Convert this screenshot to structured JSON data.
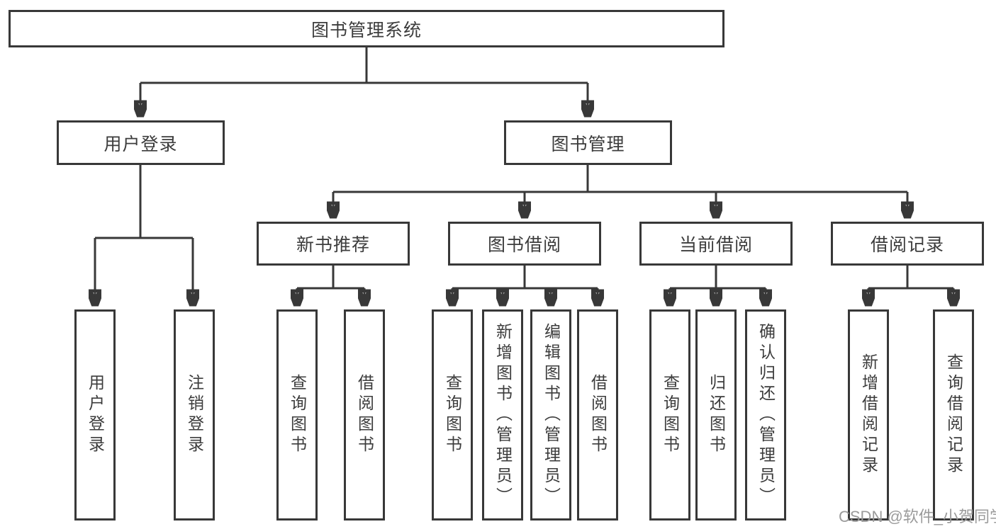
{
  "colors": {
    "stroke": "#383838",
    "text": "#3c3c3c",
    "watermark": "#9b9b9b"
  },
  "diagram": {
    "root": "图书管理系统",
    "branches": [
      {
        "label": "用户登录",
        "children": [
          "用户登录",
          "注销登录"
        ]
      },
      {
        "label": "图书管理",
        "sections": [
          {
            "label": "新书推荐",
            "children": [
              "查询图书",
              "借阅图书"
            ]
          },
          {
            "label": "图书借阅",
            "children": [
              "查询图书",
              "新增图书（管理员）",
              "编辑图书（管理员）",
              "借阅图书"
            ]
          },
          {
            "label": "当前借阅",
            "children": [
              "查询图书",
              "归还图书",
              "确认归还（管理员）"
            ]
          },
          {
            "label": "借阅记录",
            "children": [
              "新增借阅记录",
              "查询借阅记录"
            ]
          }
        ]
      }
    ]
  },
  "watermark": {
    "text": "CSDN @软件_小贺同学"
  }
}
